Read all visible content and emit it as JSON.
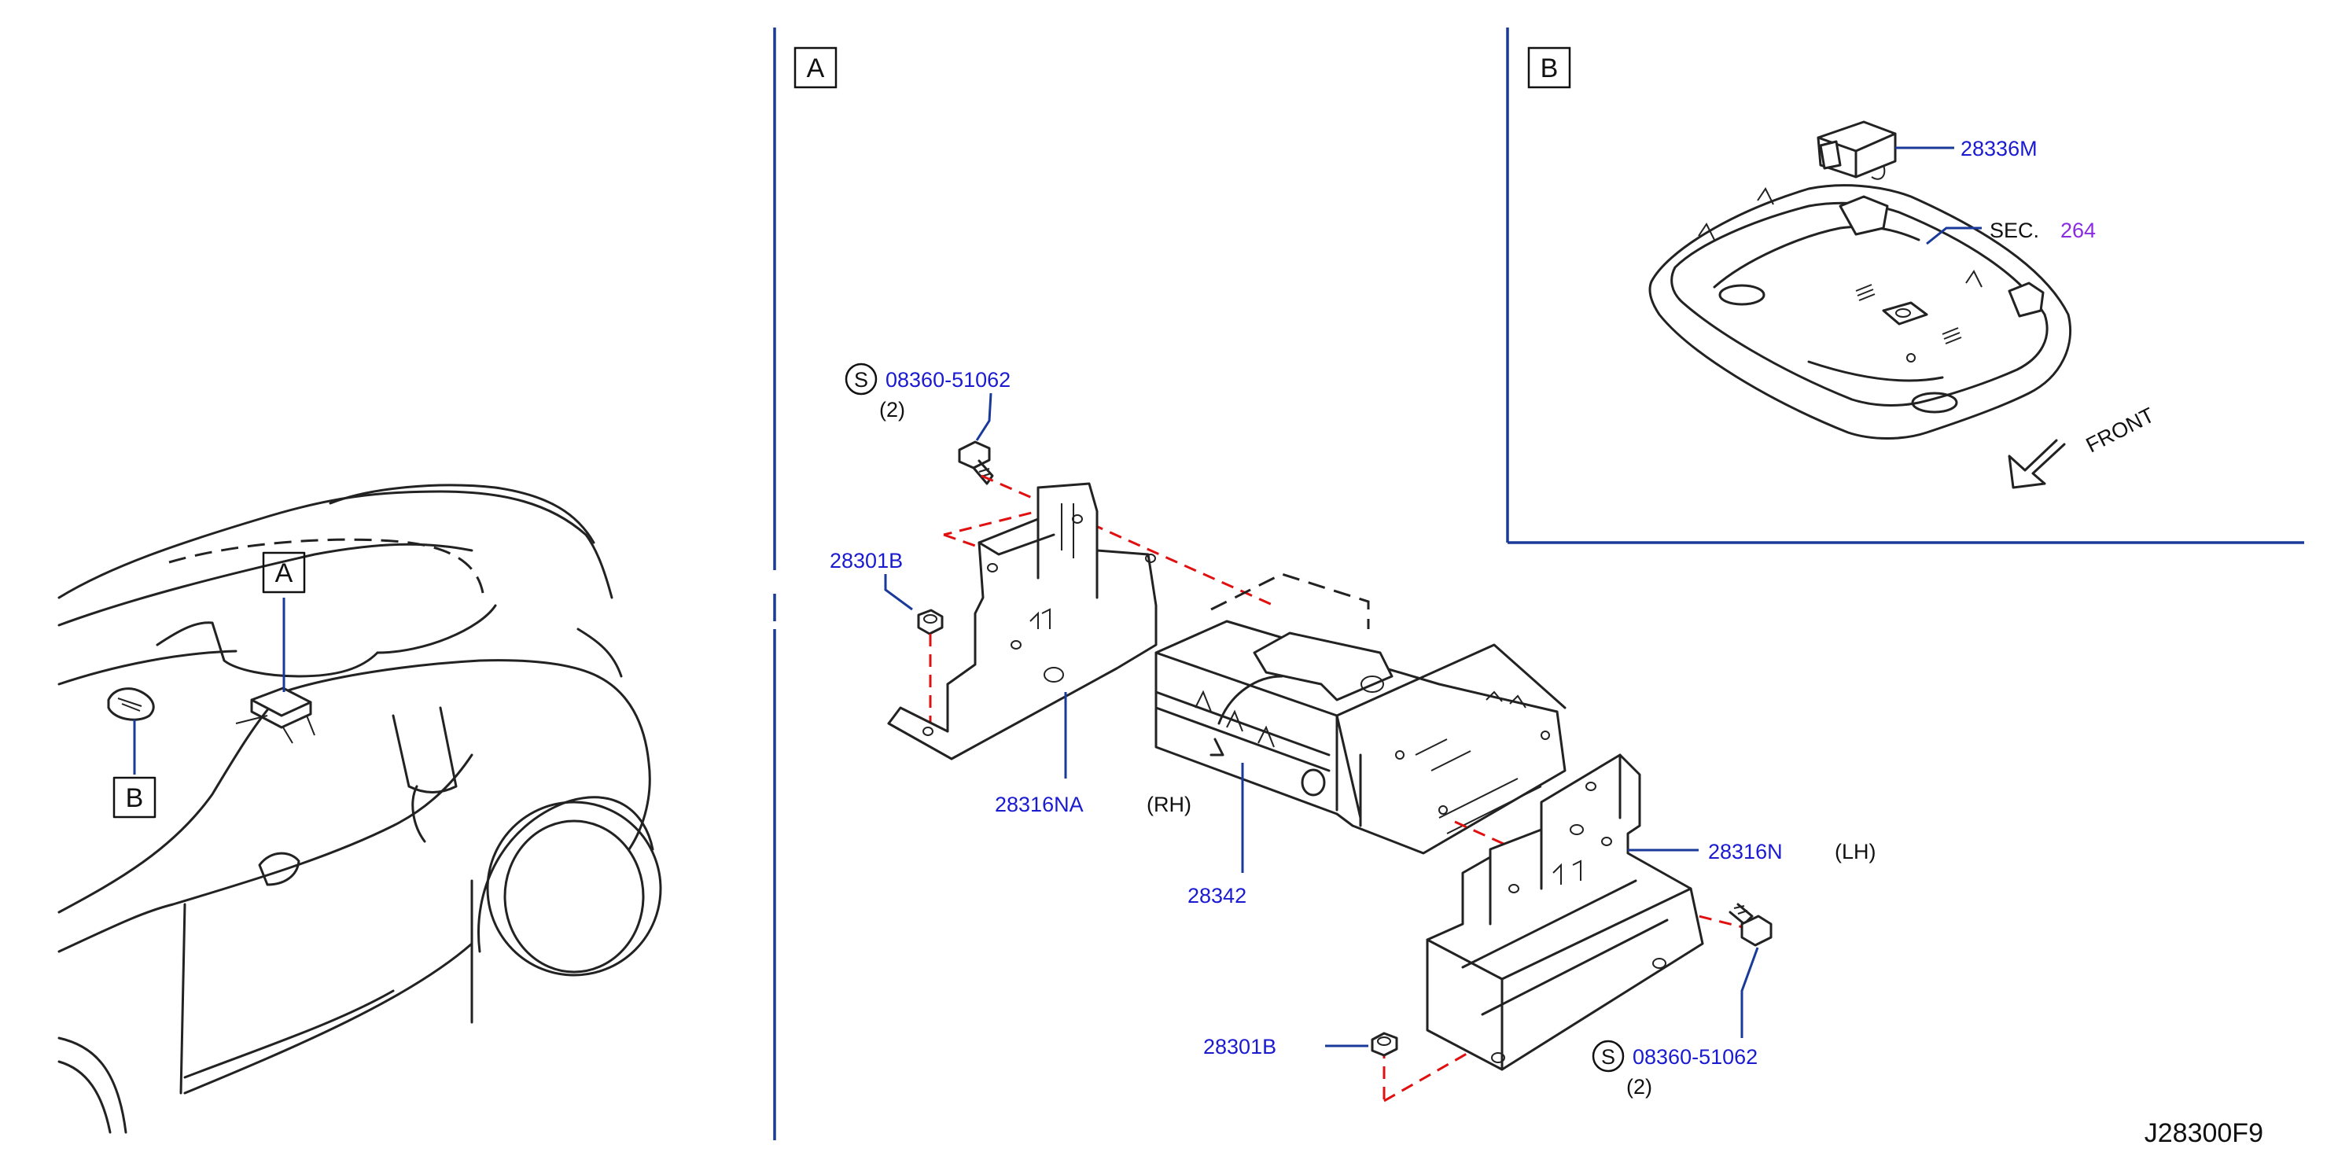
{
  "overview": {
    "callout_a": "A",
    "callout_b": "B"
  },
  "section_a": {
    "tag": "A",
    "bolt_top": {
      "circle_letter": "S",
      "part_no": "08360-51062",
      "qty": "(2)"
    },
    "nut_left": "28301B",
    "bracket_rh": {
      "part_no": "28316NA",
      "side": "(RH)"
    },
    "main_unit": "28342",
    "bracket_lh": {
      "part_no": "28316N",
      "side": "(LH)"
    },
    "nut_bottom": "28301B",
    "bolt_bottom": {
      "circle_letter": "S",
      "part_no": "08360-51062",
      "qty": "(2)"
    }
  },
  "section_b": {
    "tag": "B",
    "module": "28336M",
    "sec_prefix": "SEC.",
    "sec_number": "264",
    "front_label": "FRONT"
  },
  "drawing_code": "J28300F9",
  "colors": {
    "part_label": "#1a1ad0",
    "leader": "#1a3a9a",
    "guide_dash": "#e01010",
    "section_ref": "#8a2be2"
  }
}
